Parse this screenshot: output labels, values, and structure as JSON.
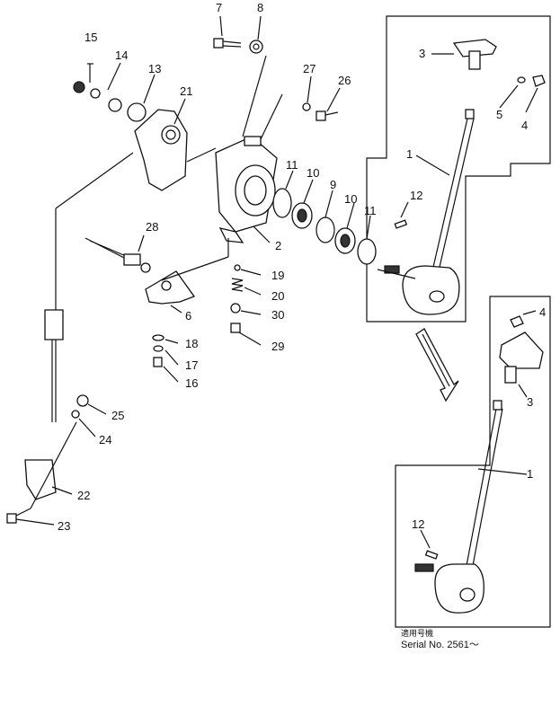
{
  "diagram": {
    "callouts": [
      "1",
      "2",
      "3",
      "4",
      "5",
      "6",
      "7",
      "8",
      "9",
      "10",
      "11",
      "12",
      "13",
      "14",
      "15",
      "16",
      "17",
      "18",
      "19",
      "20",
      "21",
      "22",
      "23",
      "24",
      "25",
      "26",
      "27",
      "28",
      "29",
      "30"
    ],
    "inset_callouts": {
      "handle": "1",
      "knob": "3",
      "screw": "4",
      "pin": "12"
    },
    "serial_note": {
      "line1": "適用号機",
      "line2": "Serial  No.  2561～"
    }
  }
}
